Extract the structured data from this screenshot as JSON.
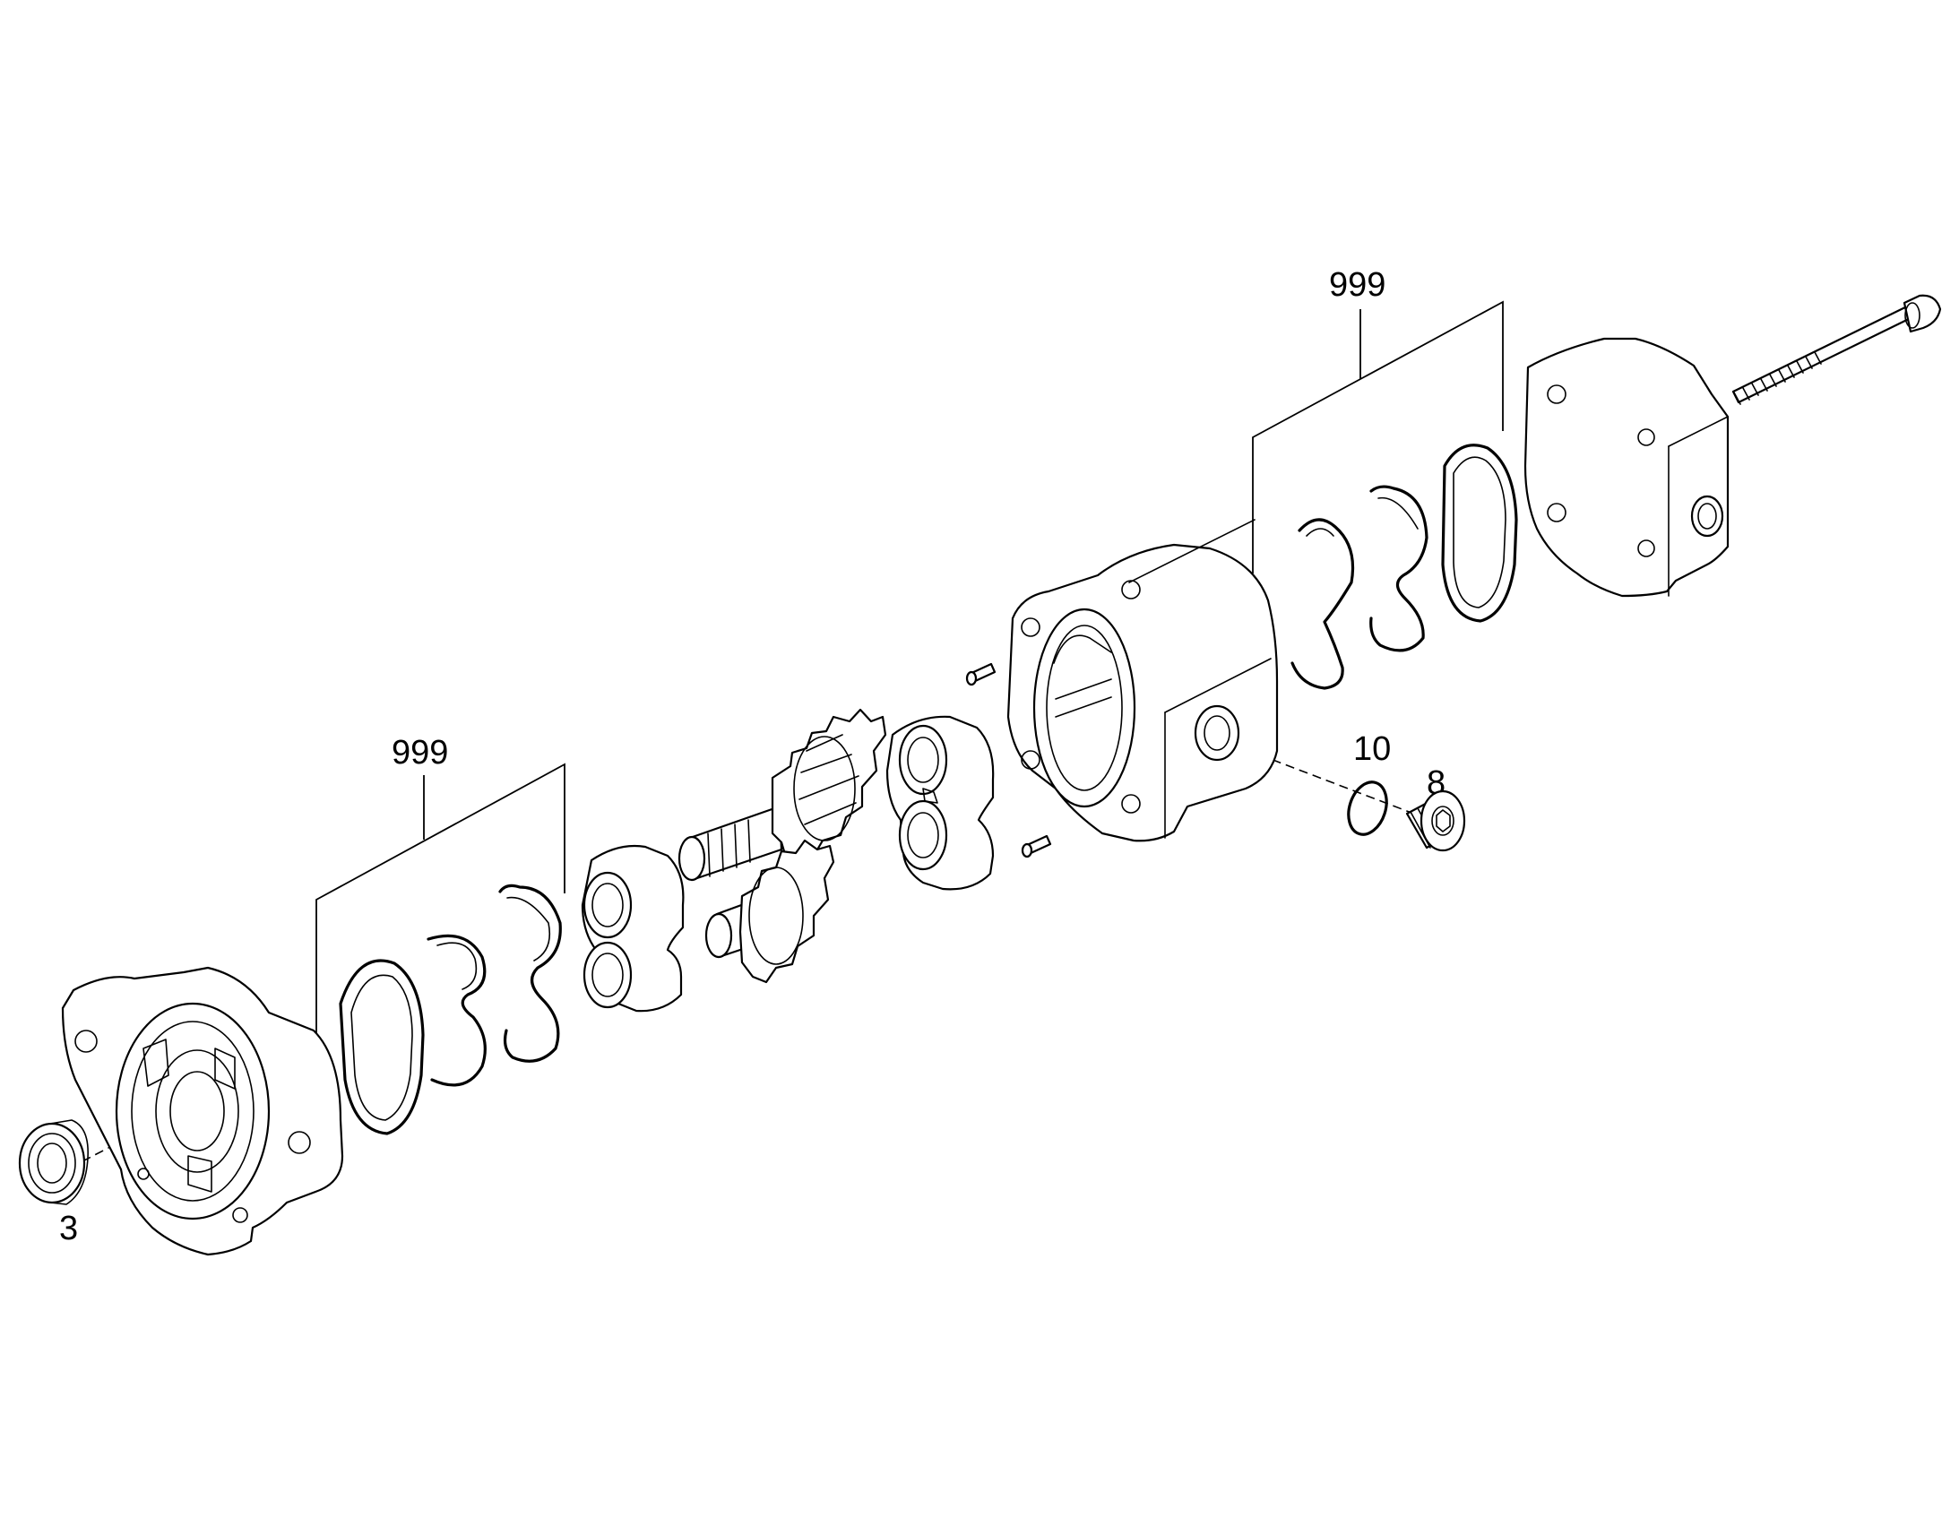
{
  "diagram": {
    "callouts": {
      "seal_kit_top": "999",
      "seal_kit_left": "999",
      "shaft_seal": "3",
      "o_ring": "10",
      "plug": "8"
    }
  }
}
